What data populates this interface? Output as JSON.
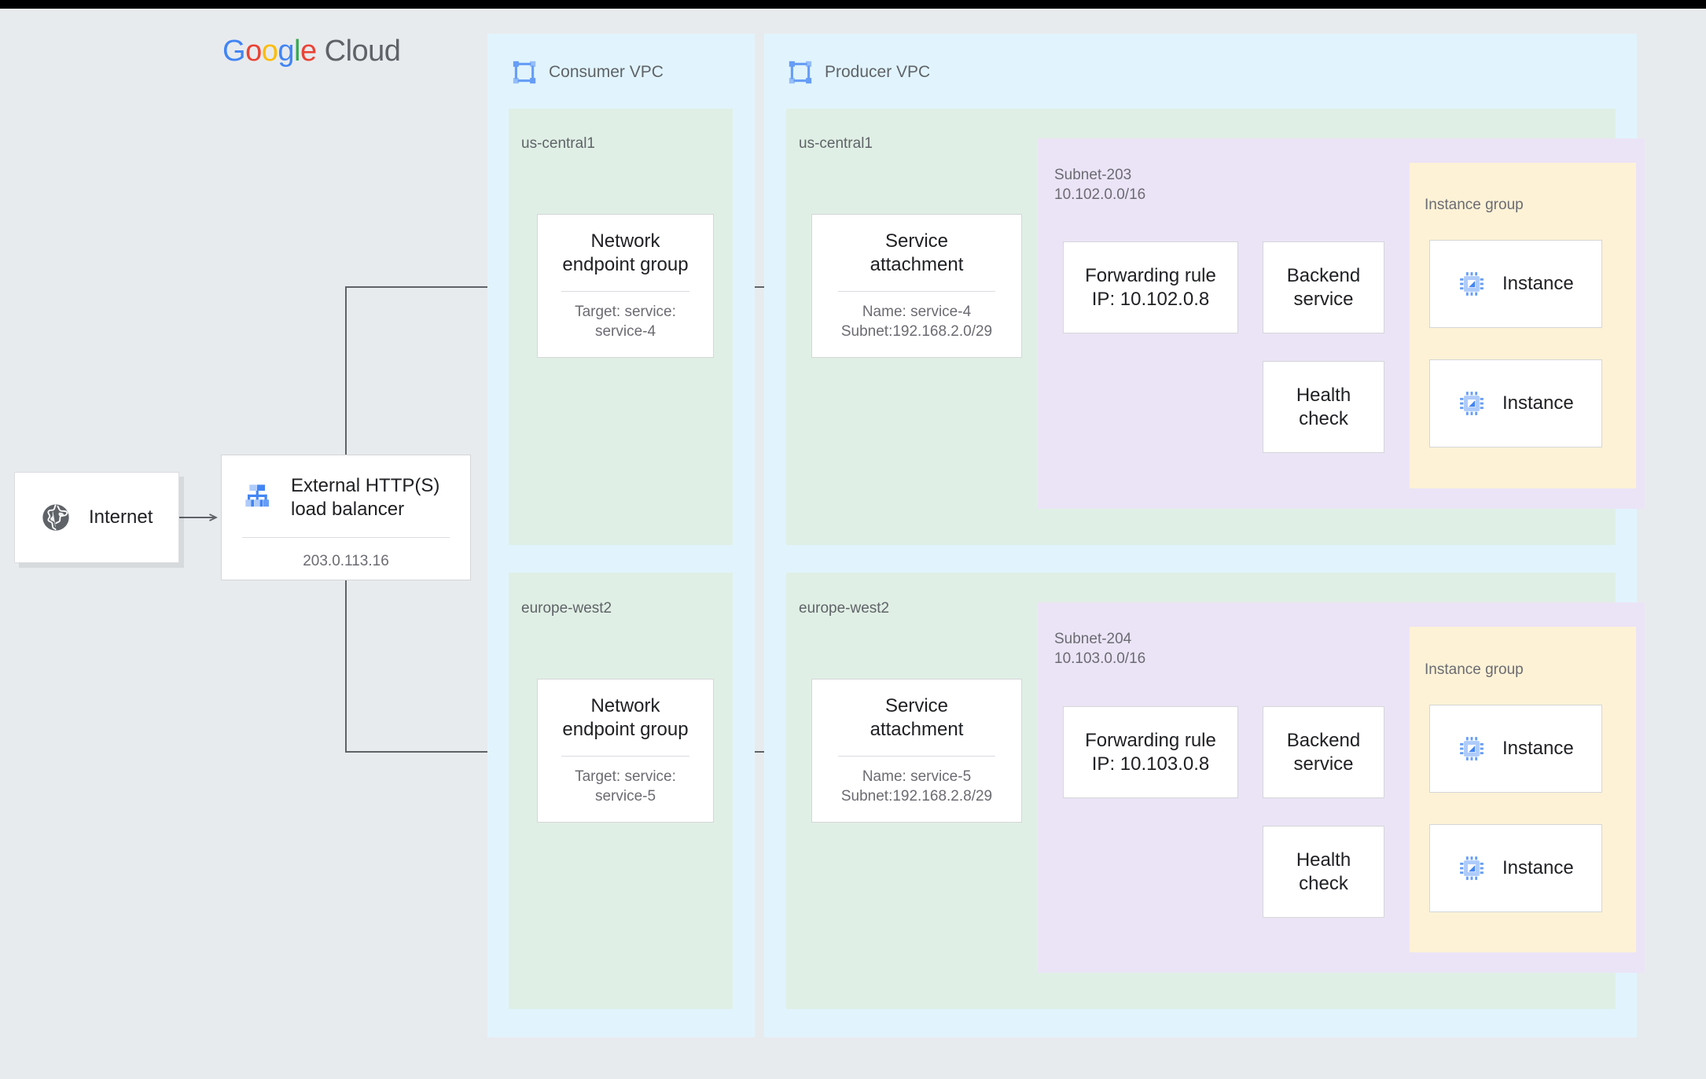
{
  "brand": {
    "google": [
      "G",
      "o",
      "o",
      "g",
      "l",
      "e"
    ],
    "cloud": "Cloud"
  },
  "internet": {
    "label": "Internet",
    "icon": "globe-icon"
  },
  "load_balancer": {
    "title": "External HTTP(S)\nload balancer",
    "ip": "203.0.113.16",
    "icon": "load-balancer-icon"
  },
  "consumer_vpc": {
    "title": "Consumer VPC",
    "icon": "vpc-icon",
    "regions": [
      {
        "name": "us-central1",
        "neg": {
          "title": "Network\nendpoint group",
          "sub": "Target: service:\nservice-4"
        }
      },
      {
        "name": "europe-west2",
        "neg": {
          "title": "Network\nendpoint group",
          "sub": "Target: service:\nservice-5"
        }
      }
    ]
  },
  "producer_vpc": {
    "title": "Producer VPC",
    "icon": "vpc-icon",
    "regions": [
      {
        "name": "us-central1",
        "service_attachment": {
          "title": "Service\nattachment",
          "sub": "Name: service-4\nSubnet:192.168.2.0/29"
        },
        "subnet": {
          "label": "Subnet-203\n10.102.0.0/16"
        },
        "forwarding_rule": {
          "text": "Forwarding rule\nIP: 10.102.0.8"
        },
        "backend_service": {
          "text": "Backend\nservice"
        },
        "health_check": {
          "text": "Health\ncheck"
        },
        "instance_group": {
          "label": "Instance group",
          "instances": [
            {
              "label": "Instance",
              "icon": "instance-cpu-icon"
            },
            {
              "label": "Instance",
              "icon": "instance-cpu-icon"
            }
          ]
        }
      },
      {
        "name": "europe-west2",
        "service_attachment": {
          "title": "Service\nattachment",
          "sub": "Name: service-5\nSubnet:192.168.2.8/29"
        },
        "subnet": {
          "label": "Subnet-204\n10.103.0.0/16"
        },
        "forwarding_rule": {
          "text": "Forwarding rule\nIP: 10.103.0.8"
        },
        "backend_service": {
          "text": "Backend\nservice"
        },
        "health_check": {
          "text": "Health\ncheck"
        },
        "instance_group": {
          "label": "Instance group",
          "instances": [
            {
              "label": "Instance",
              "icon": "instance-cpu-icon"
            },
            {
              "label": "Instance",
              "icon": "instance-cpu-icon"
            }
          ]
        }
      }
    ]
  },
  "colors": {
    "page_bg": "#e8ebee",
    "vpc_bg": "#e1f4fd",
    "region_bg": "#e0efe5",
    "subnet_bg": "#ebe4f6",
    "instance_group_bg": "#fdf2d6",
    "node_bg": "#ffffff",
    "node_border": "#d4d6d8",
    "edge": "#5f6368",
    "accent_blue": "#669df6",
    "text_primary": "#202124",
    "text_secondary": "#5f6368"
  }
}
